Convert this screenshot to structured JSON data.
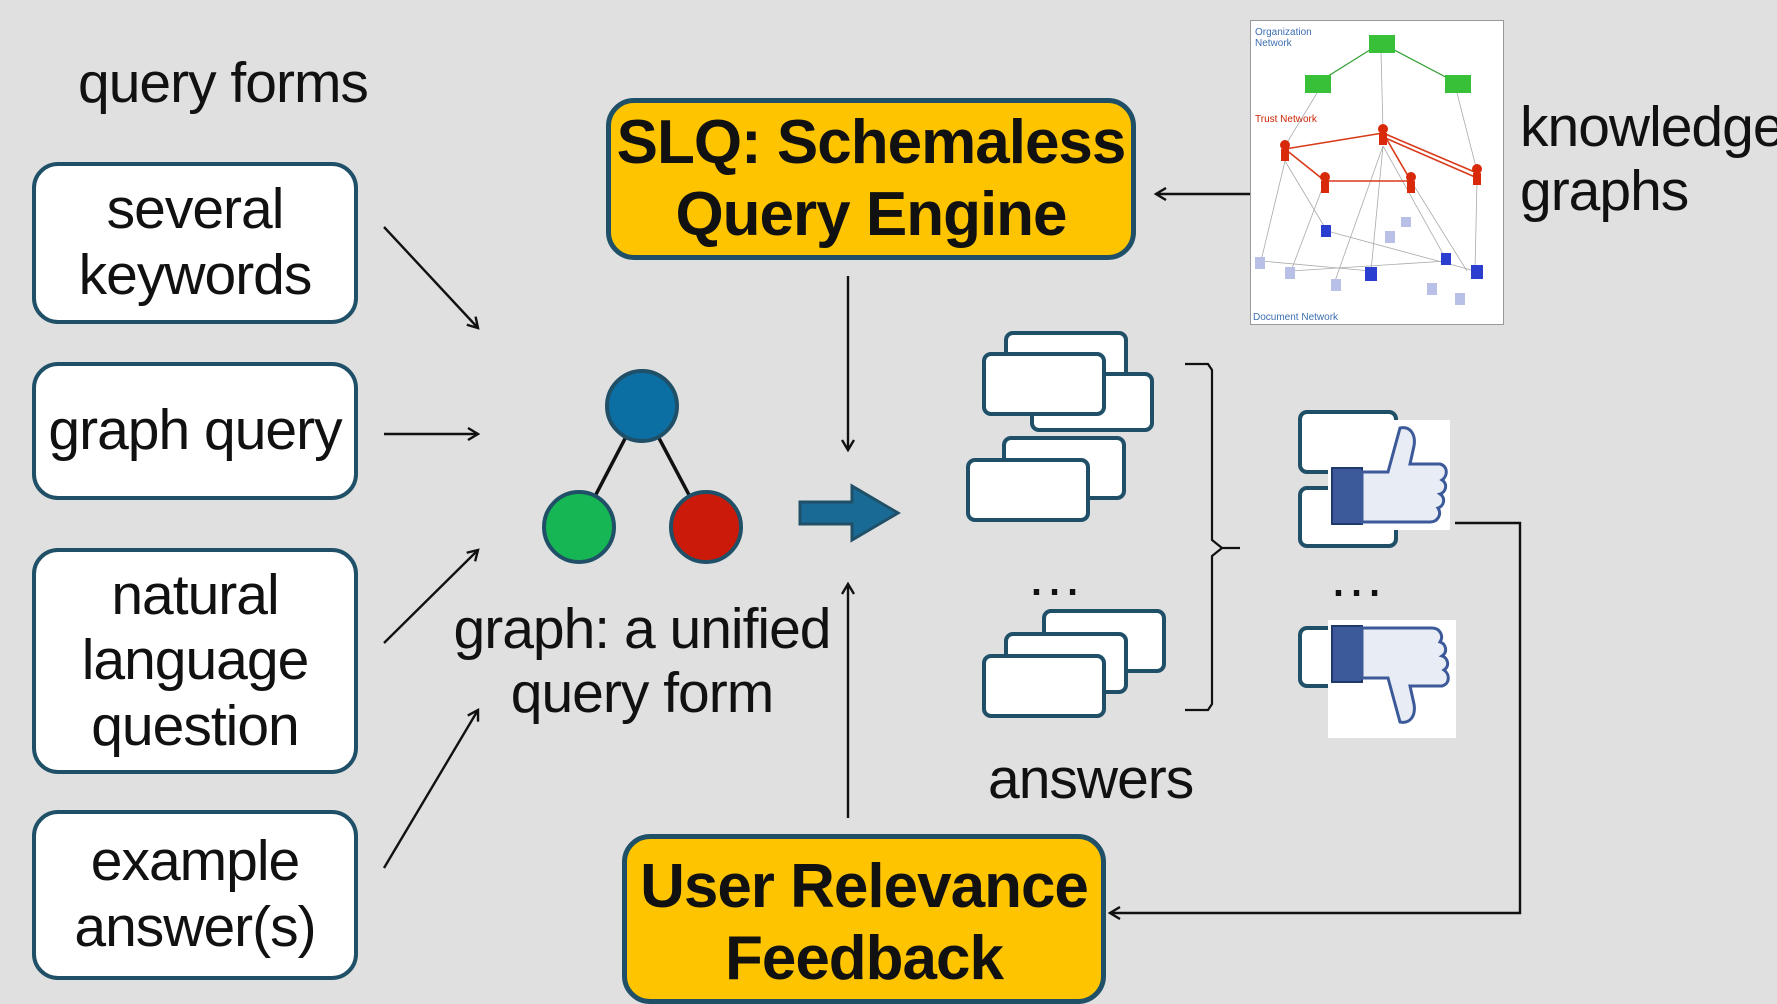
{
  "query_forms": {
    "title": "query forms",
    "items": [
      {
        "id": "keywords",
        "line1": "several",
        "line2": "keywords",
        "line3": ""
      },
      {
        "id": "graph",
        "line1": "graph query",
        "line2": "",
        "line3": ""
      },
      {
        "id": "nl",
        "line1": "natural",
        "line2": "language",
        "line3": "question"
      },
      {
        "id": "example",
        "line1": "example",
        "line2": "answer(s)",
        "line3": ""
      }
    ]
  },
  "engine": {
    "line1": "SLQ: Schemaless",
    "line2": "Query Engine"
  },
  "feedback": {
    "line1": "User Relevance",
    "line2": "Feedback"
  },
  "graph_caption": {
    "line1": "graph: a unified",
    "line2": "query form"
  },
  "answers": {
    "label": "answers",
    "ellipsis": "…"
  },
  "feedback_icons": {
    "ellipsis": "…"
  },
  "knowledge_graphs": {
    "line1": "knowledge",
    "line2": "graphs",
    "sub_org": "Organization",
    "sub_org2": "Network",
    "sub_trust": "Trust Network",
    "sub_doc": "Document Network"
  },
  "colors": {
    "box_border": "#1f5068",
    "engine_fill": "#ffc400",
    "node_top": "#0b6fa4",
    "node_left": "#17b654",
    "node_right": "#cc1a0a",
    "arrow_fill": "#1a6a96",
    "thumb_blue": "#3c5a99"
  }
}
